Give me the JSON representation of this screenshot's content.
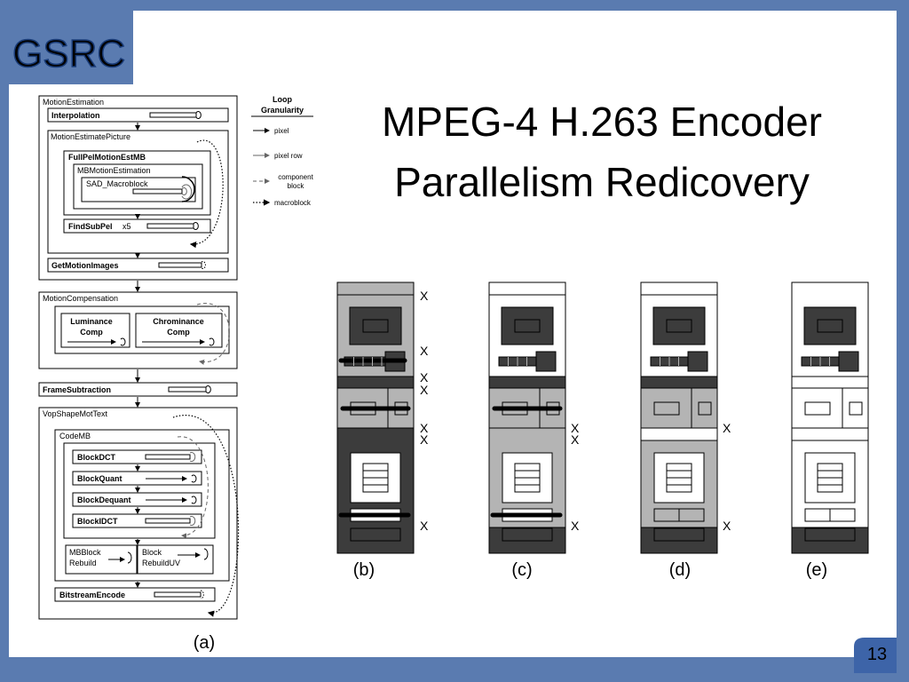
{
  "logo": {
    "text": "GSRC"
  },
  "title": {
    "line1": "MPEG-4 H.263 Encoder",
    "line2": "Parallelism Redicovery"
  },
  "slide_number": "13",
  "legend": {
    "title_line1": "Loop",
    "title_line2": "Granularity",
    "items": [
      {
        "label": "pixel",
        "style": "solid"
      },
      {
        "label": "pixel row",
        "style": "solid-gray"
      },
      {
        "label_line1": "component",
        "label_line2": "block",
        "style": "dashed"
      },
      {
        "label": "macroblock",
        "style": "dotted"
      }
    ]
  },
  "diagram_a": {
    "caption": "(a)",
    "motion_estimation": "MotionEstimation",
    "interpolation": "Interpolation",
    "motion_estimate_picture": "MotionEstimatePicture",
    "full_pel": "FullPelMotionEstMB",
    "mb_motion_estimation": "MBMotionEstimation",
    "sad_macroblock": "SAD_Macroblock",
    "find_sub_pel": "FindSubPel",
    "find_sub_pel_suffix": "x5",
    "get_motion_images": "GetMotionImages",
    "motion_compensation": "MotionCompensation",
    "luminance_line1": "Luminance",
    "luminance_line2": "Comp",
    "chrominance_line1": "Chrominance",
    "chrominance_line2": "Comp",
    "frame_subtraction": "FrameSubtraction",
    "vop_shape": "VopShapeMotText",
    "code_mb": "CodeMB",
    "block_dct": "BlockDCT",
    "block_quant": "BlockQuant",
    "block_dequant": "BlockDequant",
    "block_idct": "BlockIDCT",
    "mbblock_line1": "MBBlock",
    "mbblock_line2": "Rebuild",
    "block_uv_line1": "Block",
    "block_uv_line2": "RebuildUV",
    "bitstream_encode": "BitstreamEncode"
  },
  "variants": [
    {
      "caption": "(b)",
      "marks": [
        "X",
        "X",
        "X",
        "X",
        "X",
        "X",
        "X"
      ]
    },
    {
      "caption": "(c)",
      "marks": [
        "X",
        "X",
        "X"
      ]
    },
    {
      "caption": "(d)",
      "marks": [
        "X",
        "X"
      ]
    },
    {
      "caption": "(e)",
      "marks": []
    }
  ],
  "colors": {
    "frame_blue": "#5a7bb0",
    "dark": "#3c3c3c",
    "mid_gray": "#b4b4b4",
    "white": "#ffffff"
  }
}
